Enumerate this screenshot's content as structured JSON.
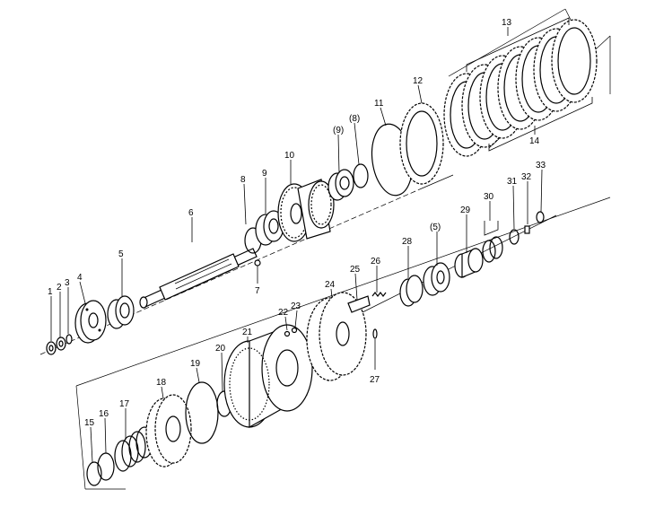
{
  "callouts": {
    "c1": "1",
    "c2": "2",
    "c3": "3",
    "c4": "4",
    "c5": "5",
    "c6": "6",
    "c7": "7",
    "c8": "8",
    "c9": "9",
    "c10": "10",
    "c11": "11",
    "c12": "12",
    "c13": "13",
    "c14": "14",
    "c15": "15",
    "c16": "16",
    "c17": "17",
    "c18": "18",
    "c19": "19",
    "c20": "20",
    "c21": "21",
    "c22": "22",
    "c23": "23",
    "c24": "24",
    "c25": "25",
    "c26": "26",
    "c27": "27",
    "c28": "28",
    "c29": "29",
    "c30": "30",
    "c31": "31",
    "c32": "32",
    "c33": "33",
    "c8p": "(8)",
    "c9p": "(9)",
    "c5p": "(5)"
  }
}
